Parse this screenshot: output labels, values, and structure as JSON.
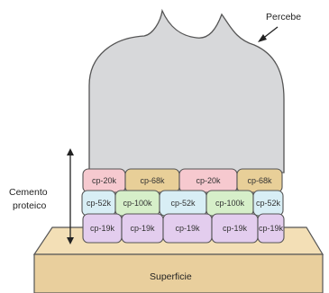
{
  "labels": {
    "organism": "Percebe",
    "cement_line1": "Cemento",
    "cement_line2": "proteico",
    "surface": "Superficie"
  },
  "protein_rows": [
    [
      "cp-20k",
      "cp-68k",
      "cp-20k",
      "cp-68k"
    ],
    [
      "cp-52k",
      "cp-100k",
      "cp-52k",
      "cp-100k",
      "cp-52k"
    ],
    [
      "cp-19k",
      "cp-19k",
      "cp-19k",
      "cp-19k",
      "cp-19k"
    ]
  ],
  "protein_colors": {
    "cp-20k": "#f6c9cf",
    "cp-68k": "#e8cf98",
    "cp-52k": "#d8eef5",
    "cp-100k": "#d6efc9",
    "cp-19k": "#e3cdee"
  },
  "colors": {
    "barnacle": "#d7d8da",
    "outline": "#555555",
    "surface_top": "#f3dfb6",
    "surface_side": "#e9cf9d"
  }
}
